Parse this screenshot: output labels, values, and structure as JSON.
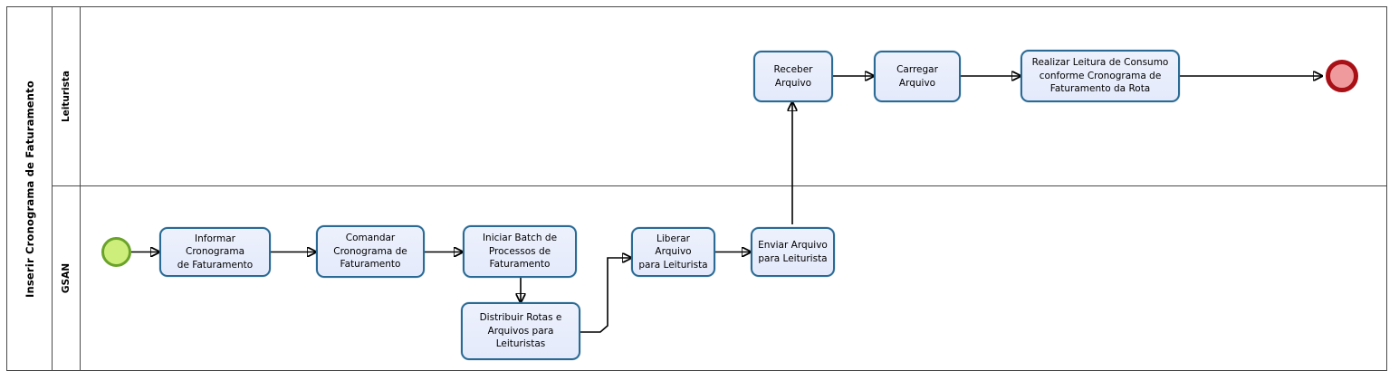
{
  "diagram": {
    "type": "bpmn-process-flow",
    "pool_title": "Inserir Cronograma de Faturamento",
    "colors": {
      "task_fill": "#e9eefc",
      "task_border": "#2a6a94",
      "start_event_fill": "#cdee7a",
      "start_event_border": "#6aa32a",
      "end_event_fill": "#ef9a9c",
      "end_event_border": "#a81016",
      "frame_line": "#4a4a4a",
      "connector": "#000000"
    },
    "lanes": [
      {
        "id": "leiturista",
        "label": "Leiturista"
      },
      {
        "id": "gsan",
        "label": "GSAN"
      }
    ],
    "events": [
      {
        "id": "start",
        "kind": "start",
        "lane": "gsan"
      },
      {
        "id": "end",
        "kind": "end",
        "lane": "leiturista"
      }
    ],
    "tasks": [
      {
        "id": "t1",
        "lane": "gsan",
        "label": "Informar Cronograma\nde Faturamento"
      },
      {
        "id": "t2",
        "lane": "gsan",
        "label": "Comandar\nCronograma de\nFaturamento"
      },
      {
        "id": "t3",
        "lane": "gsan",
        "label": "Iniciar Batch de\nProcessos de\nFaturamento"
      },
      {
        "id": "t4",
        "lane": "gsan",
        "label": "Distribuir  Rotas e\nArquivos para\nLeituristas"
      },
      {
        "id": "t5",
        "lane": "gsan",
        "label": "Liberar Arquivo\npara Leiturista"
      },
      {
        "id": "t6",
        "lane": "gsan",
        "label": "Enviar Arquivo\npara Leiturista"
      },
      {
        "id": "t7",
        "lane": "leiturista",
        "label": "Receber\nArquivo"
      },
      {
        "id": "t8",
        "lane": "leiturista",
        "label": "Carregar\nArquivo"
      },
      {
        "id": "t9",
        "lane": "leiturista",
        "label": "Realizar Leitura de Consumo\nconforme Cronograma de\nFaturamento da Rota"
      }
    ],
    "flows": [
      {
        "from": "start",
        "to": "t1"
      },
      {
        "from": "t1",
        "to": "t2"
      },
      {
        "from": "t2",
        "to": "t3"
      },
      {
        "from": "t3",
        "to": "t4"
      },
      {
        "from": "t4",
        "to": "t5"
      },
      {
        "from": "t5",
        "to": "t6"
      },
      {
        "from": "t6",
        "to": "t7"
      },
      {
        "from": "t7",
        "to": "t8"
      },
      {
        "from": "t8",
        "to": "t9"
      },
      {
        "from": "t9",
        "to": "end"
      }
    ]
  }
}
